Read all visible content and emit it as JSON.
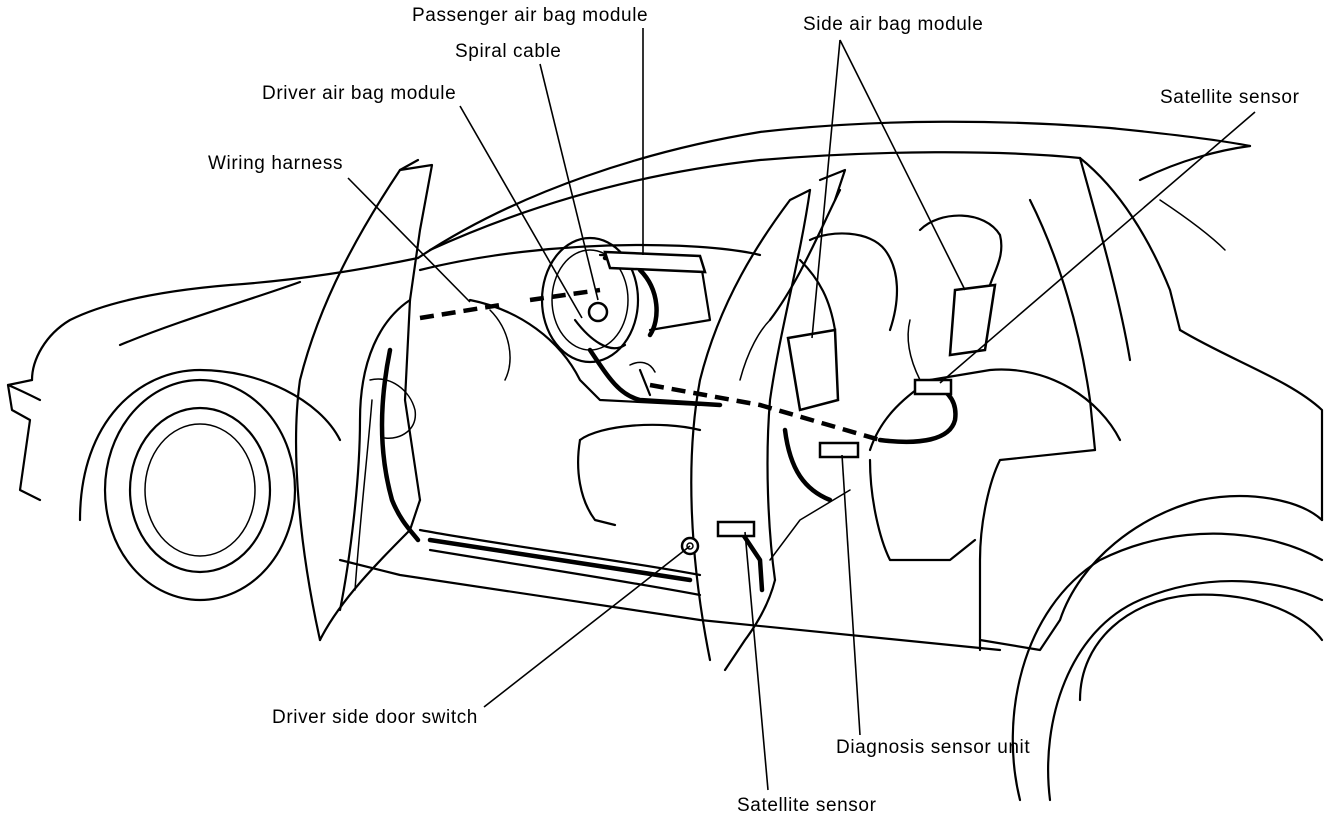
{
  "labels": {
    "passenger_air_bag_module": "Passenger air bag module",
    "spiral_cable": "Spiral cable",
    "driver_air_bag_module": "Driver air bag module",
    "wiring_harness": "Wiring harness",
    "side_air_bag_module": "Side air bag module",
    "satellite_sensor_rear": "Satellite sensor",
    "driver_side_door_switch": "Driver side door switch",
    "diagnosis_sensor_unit": "Diagnosis sensor unit",
    "satellite_sensor_pillar": "Satellite sensor"
  }
}
